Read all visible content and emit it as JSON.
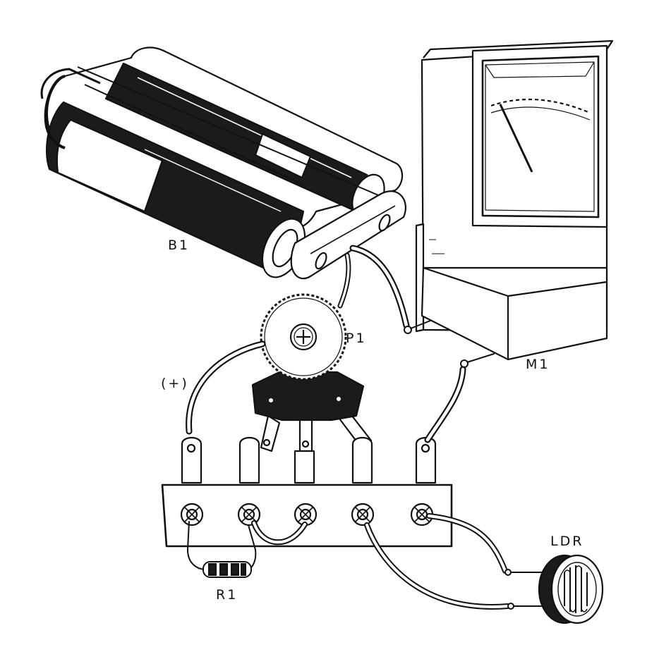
{
  "labels": {
    "battery": "B1",
    "potentiometer": "P1",
    "meter": "M1",
    "ldr": "LDR",
    "resistor": "R1",
    "positive": "(+)"
  },
  "colors": {
    "ink": "#111111",
    "paper": "#ffffff",
    "cell_dark": "#1b1b1b",
    "highlight": "#f4f4f4"
  },
  "icons": {
    "battery": "battery-holder-icon",
    "meter": "analog-meter-icon",
    "potentiometer": "potentiometer-icon",
    "ldr": "light-dependent-resistor-icon",
    "resistor": "resistor-icon",
    "terminal_strip": "terminal-strip-icon"
  }
}
